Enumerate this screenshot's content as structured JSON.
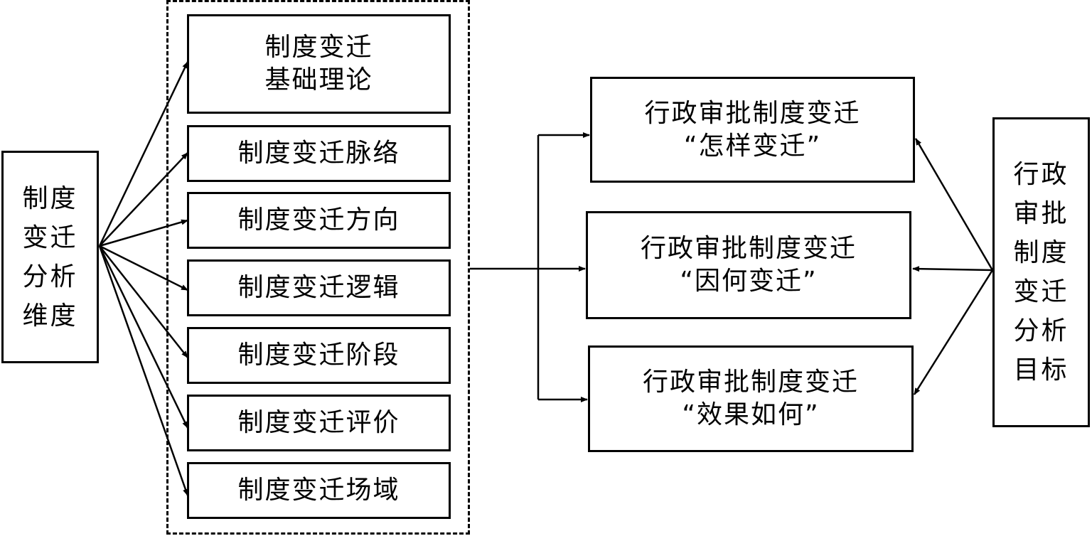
{
  "diagram": {
    "left_label": "制度\n变迁\n分析\n维度",
    "dimensions": [
      "制度变迁\n基础理论",
      "制度变迁脉络",
      "制度变迁方向",
      "制度变迁逻辑",
      "制度变迁阶段",
      "制度变迁评价",
      "制度变迁场域"
    ],
    "questions": [
      "行政审批制度变迁\n“怎样变迁”",
      "行政审批制度变迁\n“因何变迁”",
      "行政审批制度变迁\n“效果如何”"
    ],
    "right_label": "行政\n审批\n制度\n变迁\n分析\n目标"
  }
}
